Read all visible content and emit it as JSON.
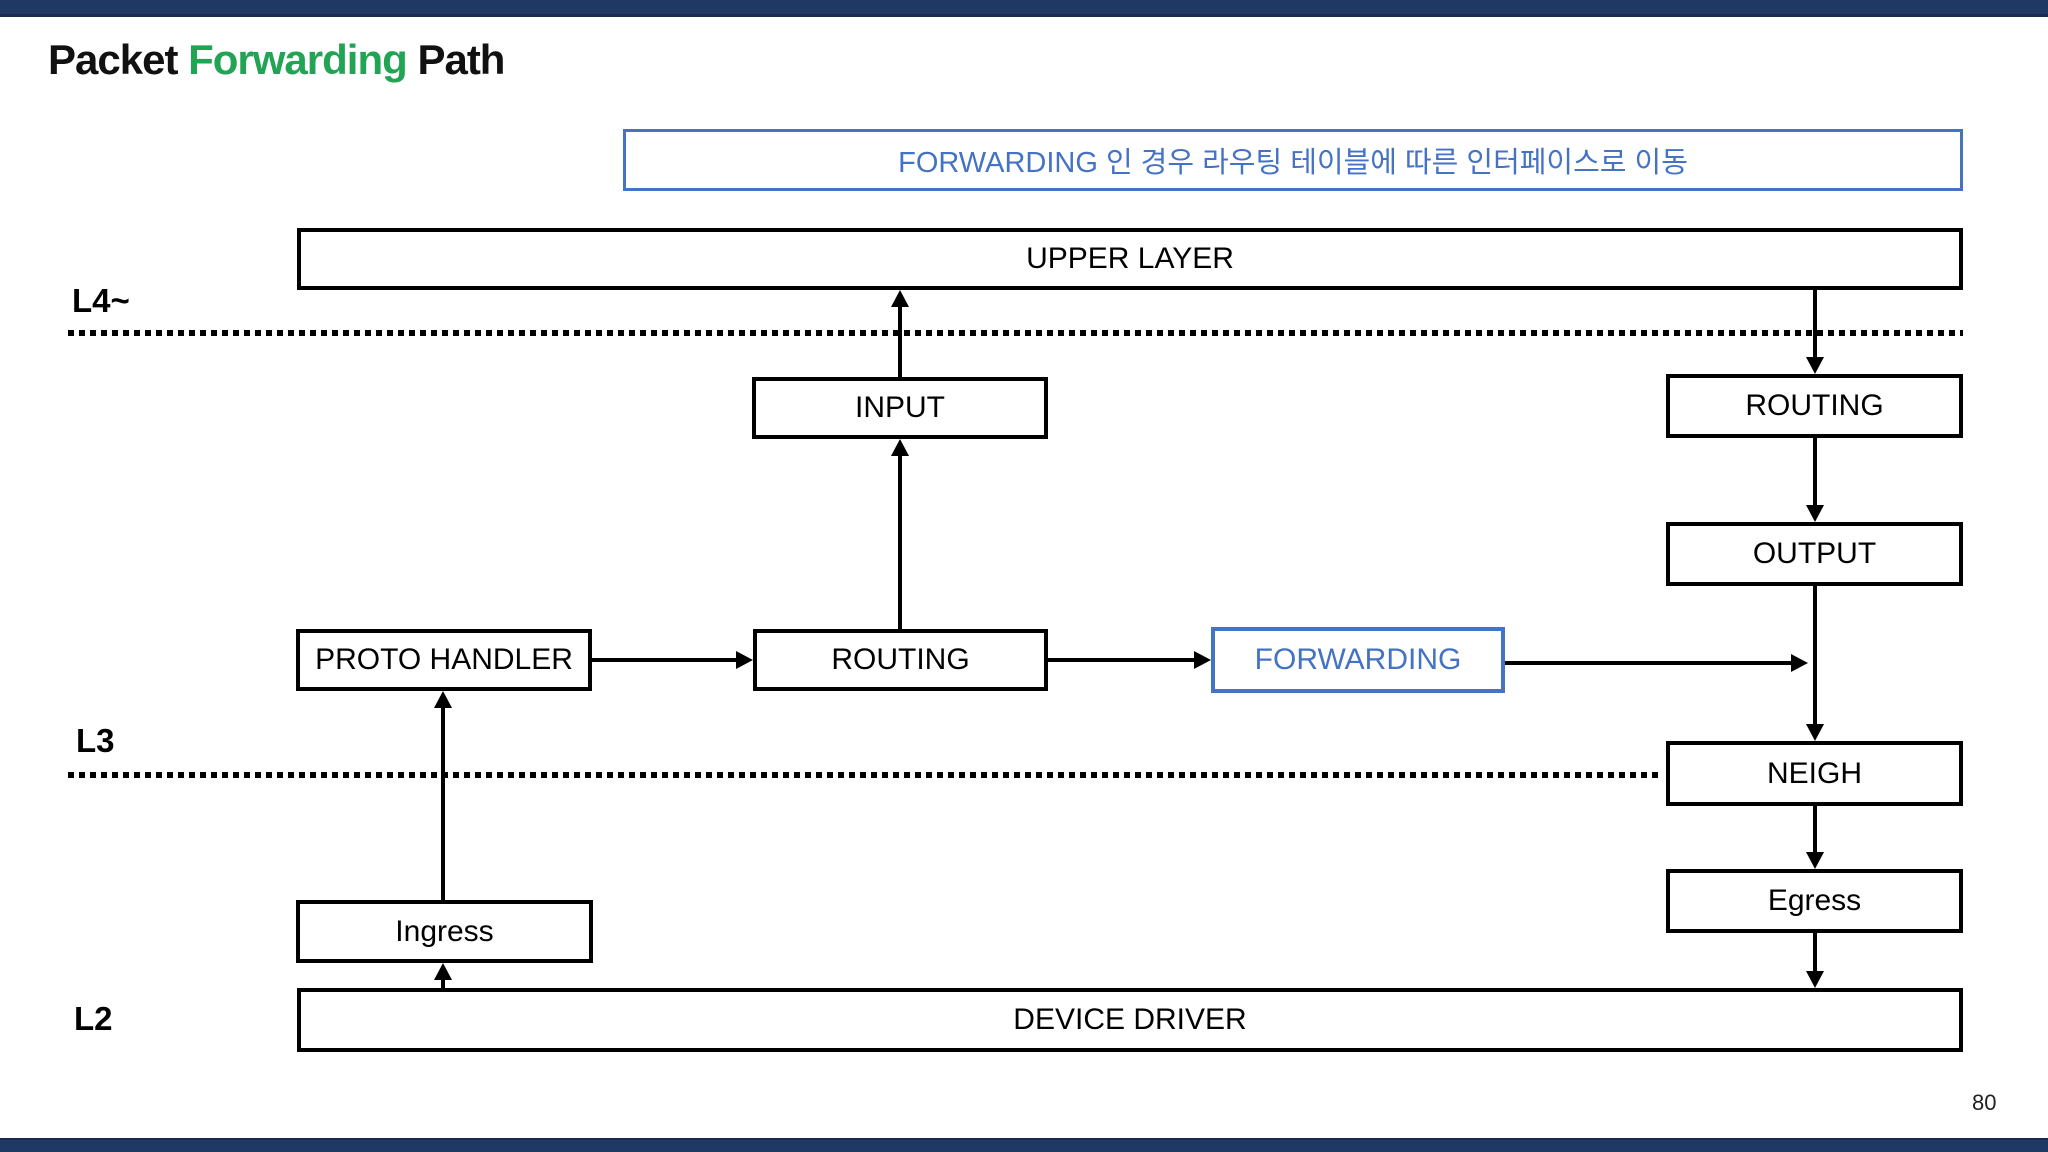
{
  "slide": {
    "title": {
      "pre": "Packet ",
      "highlight": "Forwarding",
      "post": " Path"
    },
    "page_number": "80",
    "colors": {
      "bar_navy": "#1f3864",
      "accent_green": "#23a455",
      "accent_blue": "#4472c4",
      "diagram_black": "#000000"
    }
  },
  "callout": {
    "text": "FORWARDING 인 경우 라우팅 테이블에 따른 인터페이스로 이동"
  },
  "layer_labels": {
    "l4": "L4~",
    "l3": "L3",
    "l2": "L2"
  },
  "nodes": {
    "upper_layer": {
      "label": "UPPER LAYER"
    },
    "input": {
      "label": "INPUT"
    },
    "routing_right": {
      "label": "ROUTING"
    },
    "output": {
      "label": "OUTPUT"
    },
    "proto_handler": {
      "label": "PROTO HANDLER"
    },
    "routing_center": {
      "label": "ROUTING"
    },
    "forwarding": {
      "label": "FORWARDING"
    },
    "neigh": {
      "label": "NEIGH"
    },
    "ingress": {
      "label": "Ingress"
    },
    "egress": {
      "label": "Egress"
    },
    "device_driver": {
      "label": "DEVICE DRIVER"
    }
  }
}
